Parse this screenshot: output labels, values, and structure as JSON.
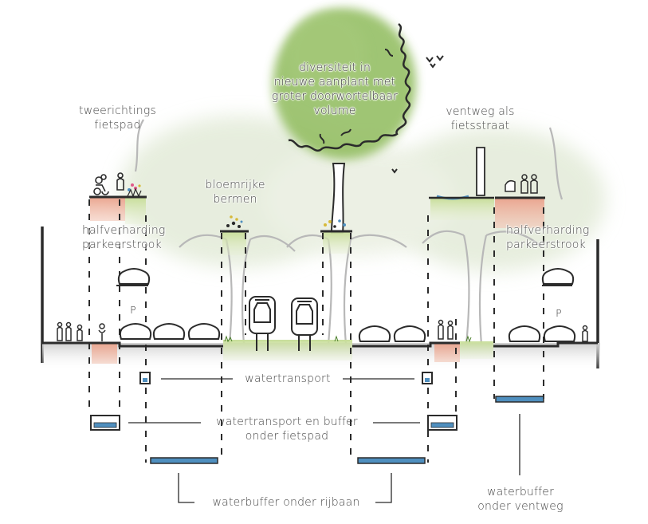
{
  "diagram": {
    "title": "Street cross-section with water and planting measures",
    "language": "nl",
    "labels": {
      "two_way_cycle_path": [
        "tweerichtings",
        "fietspad"
      ],
      "flowery_verges": [
        "bloemrijke",
        "bermen"
      ],
      "tree_diversity": [
        "diversiteit in",
        "nieuwe aanplant met",
        "groter doorwortelbaar",
        "volume"
      ],
      "service_road": [
        "ventweg als",
        "fietsstraat"
      ],
      "semi_paved_parking_left": [
        "halfverharding",
        "parkeerstrook"
      ],
      "semi_paved_parking_right": [
        "halfverharding",
        "parkeerstrook"
      ],
      "water_transport": "watertransport",
      "water_transport_buffer": [
        "watertransport en buffer",
        "onder fietspad"
      ],
      "buffer_under_roadway": "waterbuffer onder rijbaan",
      "buffer_under_service_road": [
        "waterbuffer",
        "onder ventweg"
      ]
    },
    "symbols": {
      "parking_sign": "P"
    },
    "colors": {
      "ink": "#2b2b2b",
      "semi_paving": "#eaa58f",
      "green_verge": "#d6e6b4",
      "tree_canopy": "#8fbb5c",
      "soft_canopy": "#dfe8d3",
      "water": "#4f8fbf",
      "ground": "#d9d9d9",
      "text": "#4a4a4a"
    }
  }
}
